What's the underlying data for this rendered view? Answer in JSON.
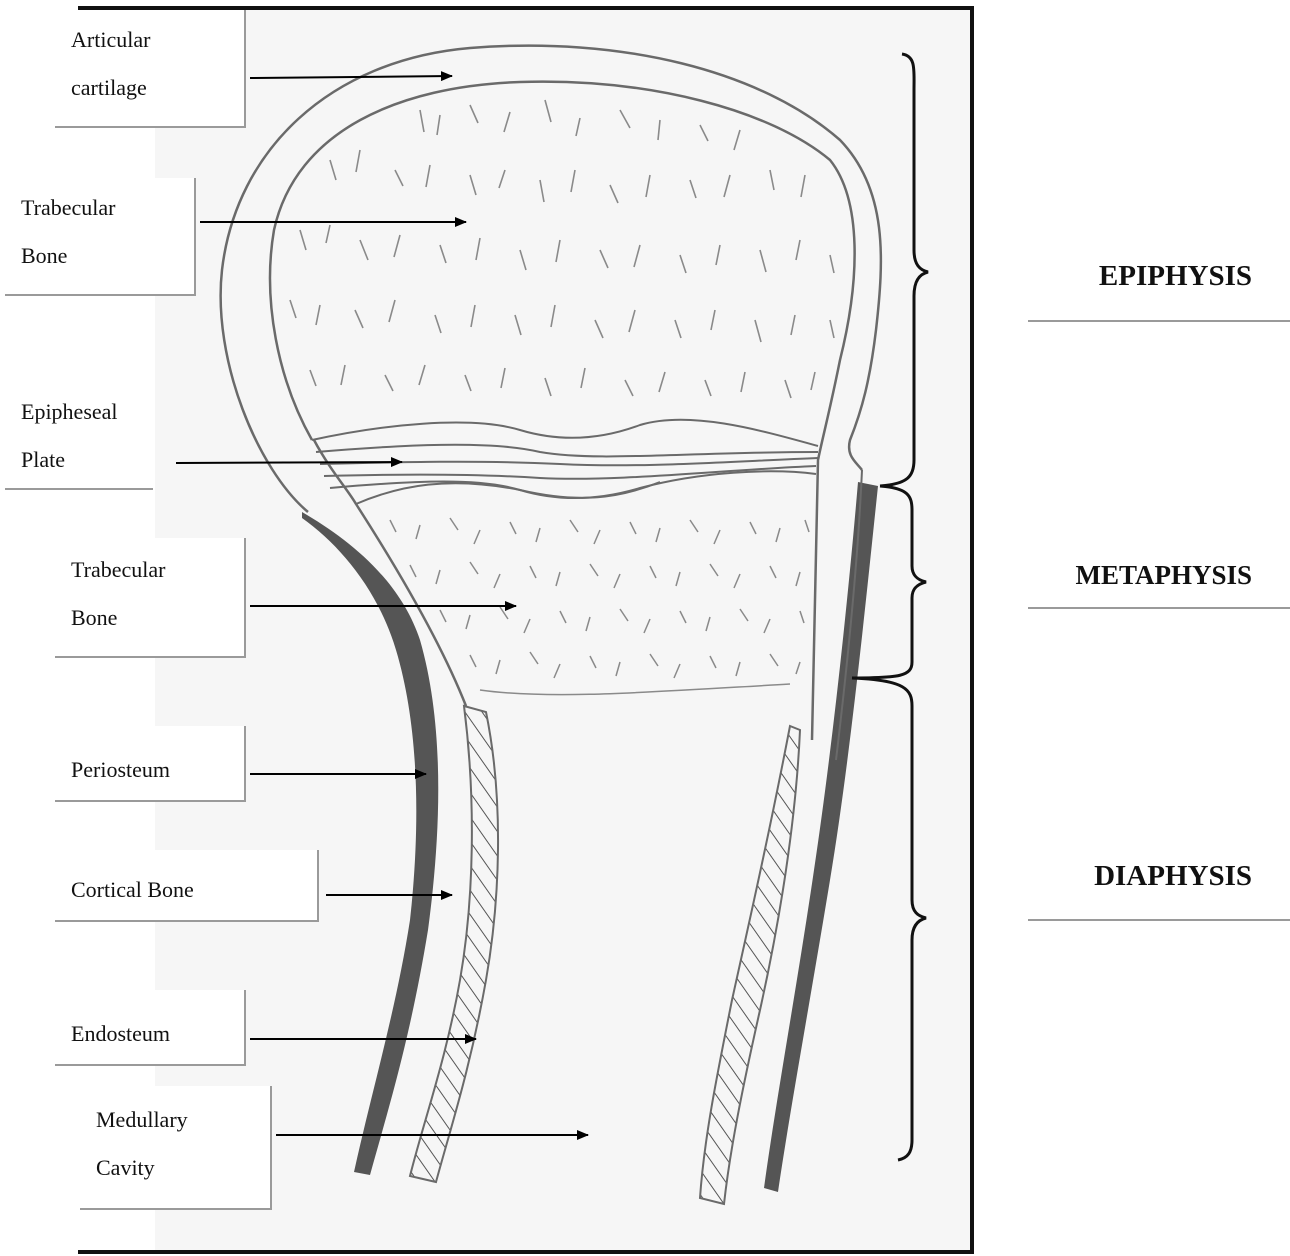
{
  "labels": {
    "articular_cartilage": [
      "Articular",
      "cartilage"
    ],
    "trabecular_bone_upper": [
      "Trabecular",
      "Bone"
    ],
    "epiphyseal_plate": [
      "Epipheseal",
      "Plate"
    ],
    "trabecular_bone_lower": [
      "Trabecular",
      "Bone"
    ],
    "periosteum": [
      "Periosteum"
    ],
    "cortical_bone": [
      "Cortical Bone"
    ],
    "endosteum": [
      "Endosteum"
    ],
    "medullary_cavity": [
      "Medullary",
      "Cavity"
    ]
  },
  "regions": {
    "epiphysis": "EPIPHYSIS",
    "metaphysis": "METAPHYSIS",
    "diaphysis": "DIAPHYSIS"
  },
  "colors": {
    "pencil": "#6a6a6a",
    "periosteum_fill": "#5a5a5a",
    "paper_shadow": "#f1f1f1",
    "frame": "#111111"
  }
}
